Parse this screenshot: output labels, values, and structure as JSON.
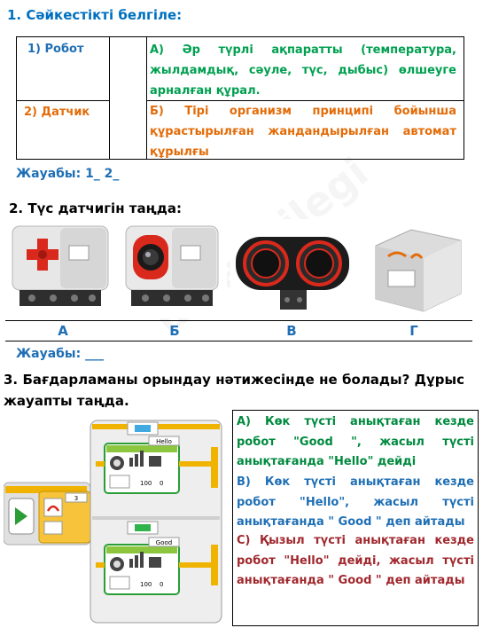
{
  "q1": {
    "title": "1.  Сәйкестікті белгіле:",
    "items": [
      {
        "label": "1) Робот"
      },
      {
        "label": "2) Датчик"
      }
    ],
    "definitions": [
      {
        "text": "А) Әр түрлі ақпаратты (температура, жылдамдық, сәуле, түс, дыбыс) өлшеуге арналған құрал."
      },
      {
        "text": "Б) Тірі организм принципі бойынша құрастырылған жандандырылған автомат құрылғы"
      }
    ],
    "answer": "Жауабы: 1_  2_"
  },
  "q2": {
    "title": "2. Түс датчигін таңда:",
    "labels": [
      "А",
      "Б",
      "В",
      "Г"
    ],
    "answer": "Жауабы: ___"
  },
  "q3": {
    "title": "3. Бағдарламаны орындау нәтижесінде не болады? Дұрыс жауапты таңда.",
    "program": {
      "loop_count": "3",
      "branch_top_text": "Hello",
      "branch_bottom_text": "Good",
      "value_1": "100",
      "value_2": "0"
    },
    "options": [
      {
        "text": "А) Көк түсті анықтаған кезде робот \"Good \", жасыл түсті анықтағанда \"Hello\" дейді"
      },
      {
        "text": "В) Көк түсті анықтаған кезде робот \"Hello\", жасыл түсті анықтағанда \" Good \" деп айтады"
      },
      {
        "text": "С) Қызыл түсті анықтаған кезде робот \"Hello\" дейді, жасыл түсті анықтағанда \" Good \" деп айтады"
      }
    ]
  },
  "colors": {
    "heading_blue": "#0070c0",
    "item_blue": "#1f6fb5",
    "item_orange": "#e36c09",
    "def_green": "#00a050",
    "opt_red": "#a0282d",
    "opt_green": "#008a3e"
  }
}
